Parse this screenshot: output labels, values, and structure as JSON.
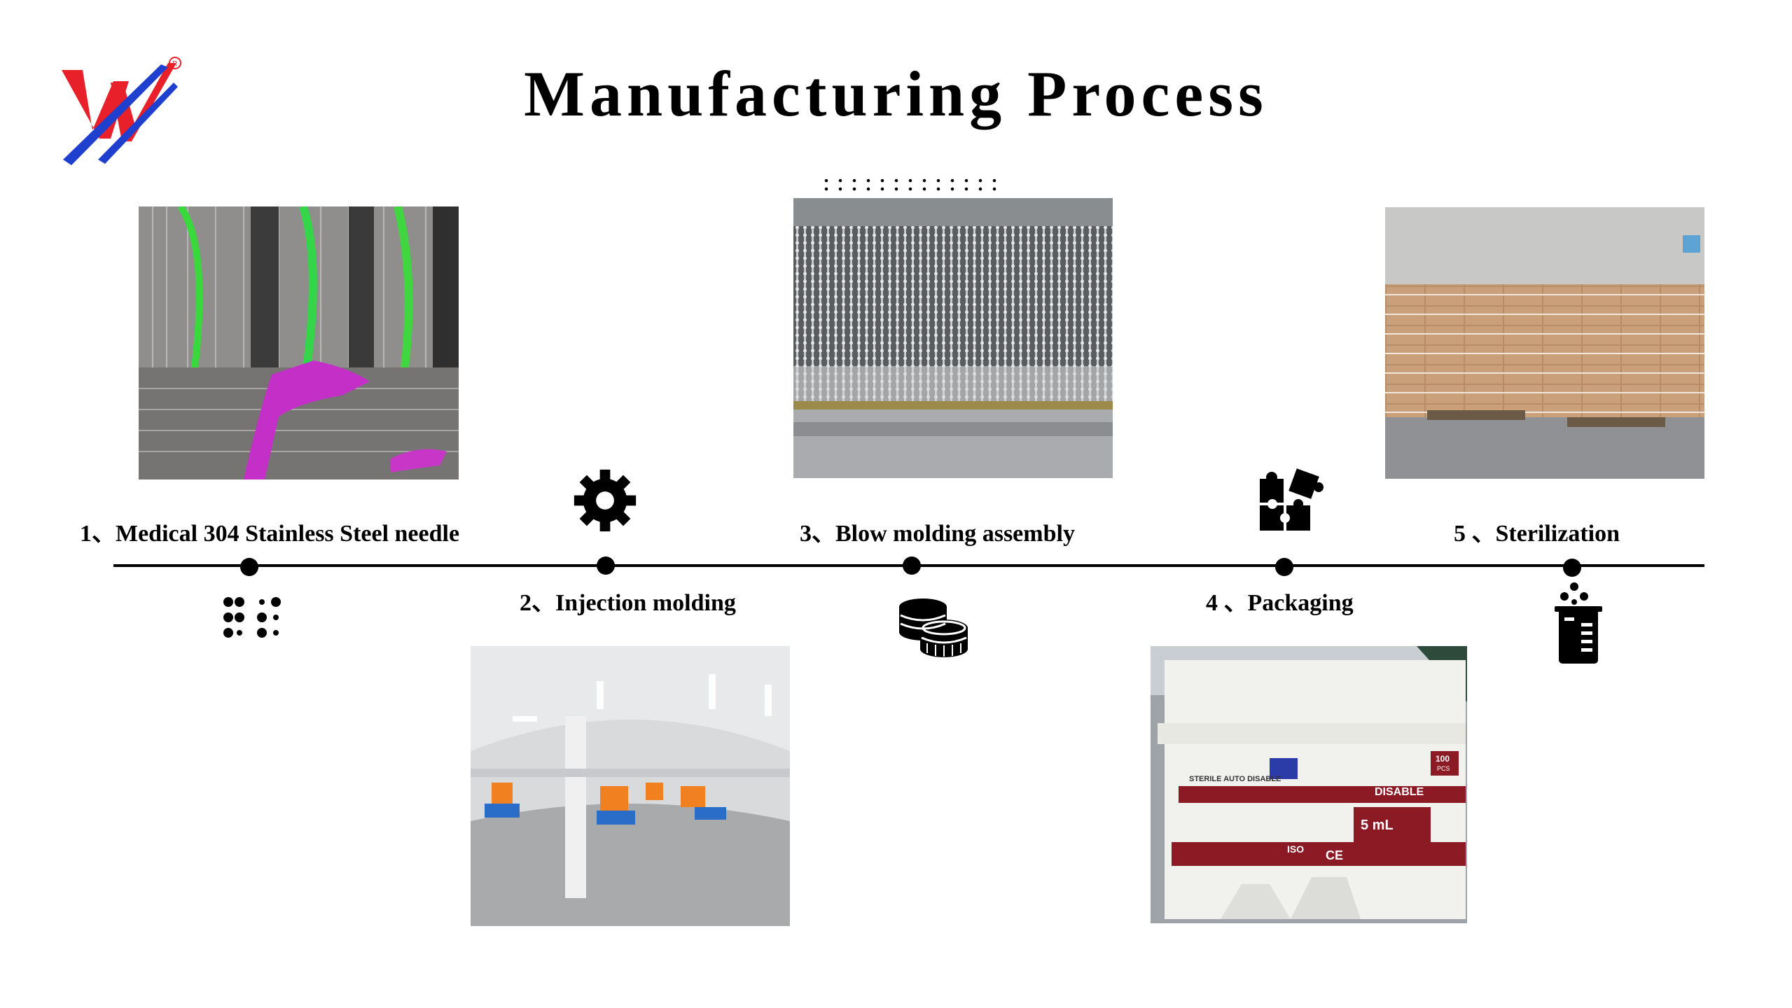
{
  "title": "Manufacturing Process",
  "steps": [
    {
      "label": "1、Medical 304 Stainless Steel needle"
    },
    {
      "label": "2、Injection  molding"
    },
    {
      "label": "3、Blow molding assembly"
    },
    {
      "label": "4 、Packaging"
    },
    {
      "label": "5 、Sterilization"
    }
  ],
  "photos": {
    "package_box_text_1": "STERILE AUTO DISABLE",
    "package_box_text_2": "DISABLE",
    "package_box_text_3": "5 mL",
    "package_box_text_4": "ISO",
    "package_box_text_5": "CE",
    "package_box_text_6": "100",
    "package_box_text_7": "PCS"
  },
  "icons": {
    "logo": "w-logo",
    "step1": "braille-dots-icon",
    "step2": "gear-icon",
    "step3": "coins-icon",
    "step4": "puzzle-icon",
    "step5": "beaker-icon"
  },
  "colors": {
    "logo_red": "#e8202a",
    "logo_blue": "#1f3fcf",
    "text": "#000000",
    "box_red": "#8b1a24"
  }
}
